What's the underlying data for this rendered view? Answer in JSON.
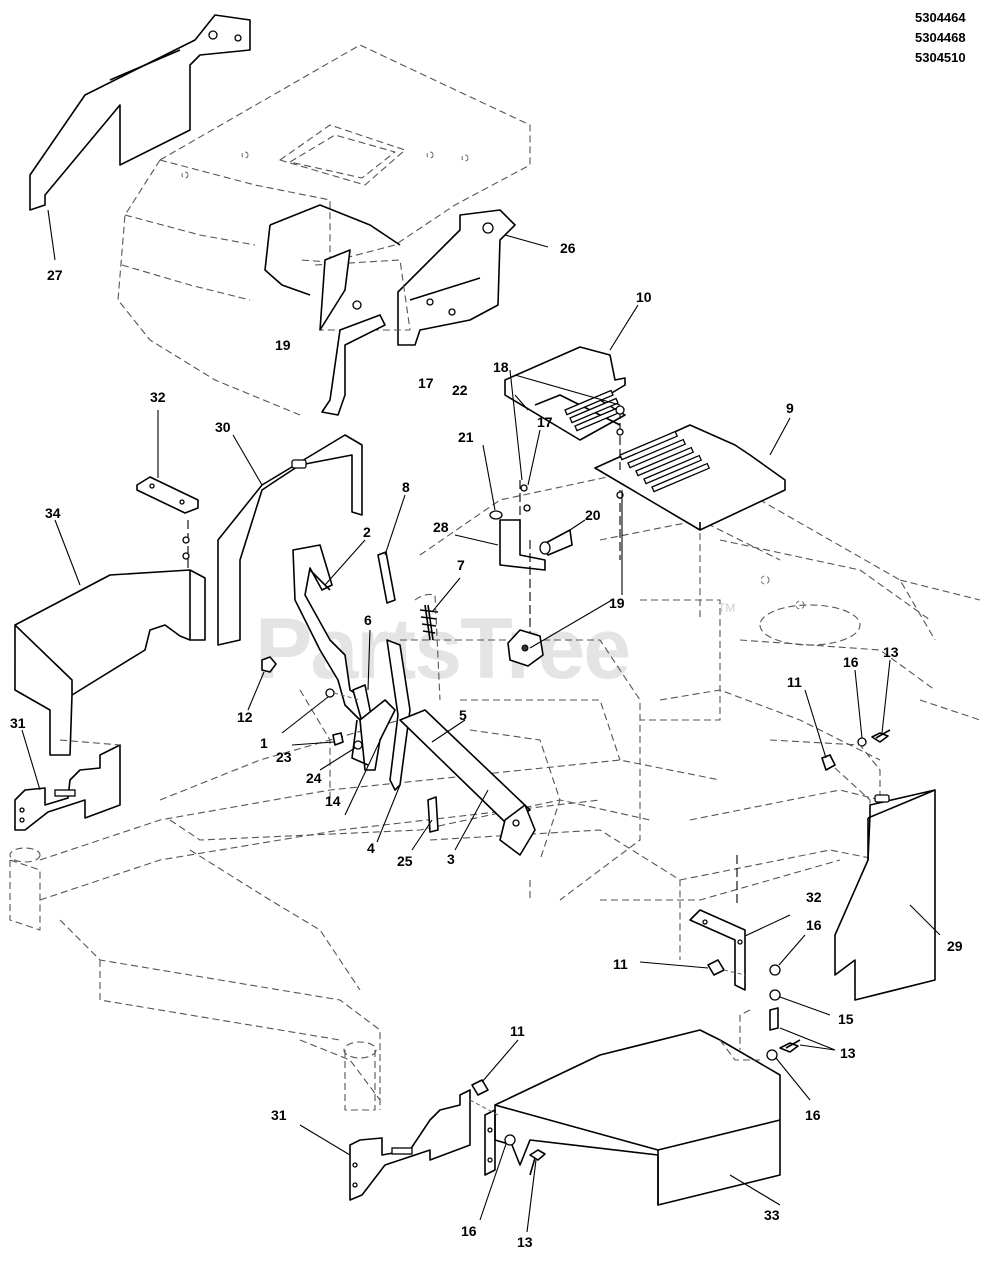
{
  "part_numbers": [
    "5304464",
    "5304468",
    "5304510"
  ],
  "watermark": {
    "text": "PartsTree",
    "trademark": "TM"
  },
  "callouts": {
    "c1": "1",
    "c2": "2",
    "c3": "3",
    "c4": "4",
    "c5": "5",
    "c6": "6",
    "c7": "7",
    "c8": "8",
    "c9": "9",
    "c10": "10",
    "c11a": "11",
    "c11b": "11",
    "c11c": "11",
    "c12": "12",
    "c13a": "13",
    "c13b": "13",
    "c13c": "13",
    "c14": "14",
    "c15": "15",
    "c16a": "16",
    "c16b": "16",
    "c16c": "16",
    "c16d": "16",
    "c17a": "17",
    "c17b": "17",
    "c18": "18",
    "c19a": "19",
    "c19b": "19",
    "c20": "20",
    "c21": "21",
    "c22": "22",
    "c23": "23",
    "c24": "24",
    "c25": "25",
    "c26": "26",
    "c27": "27",
    "c28": "28",
    "c29": "29",
    "c30": "30",
    "c31a": "31",
    "c31b": "31",
    "c32a": "32",
    "c32b": "32",
    "c33": "33",
    "c34": "34"
  }
}
